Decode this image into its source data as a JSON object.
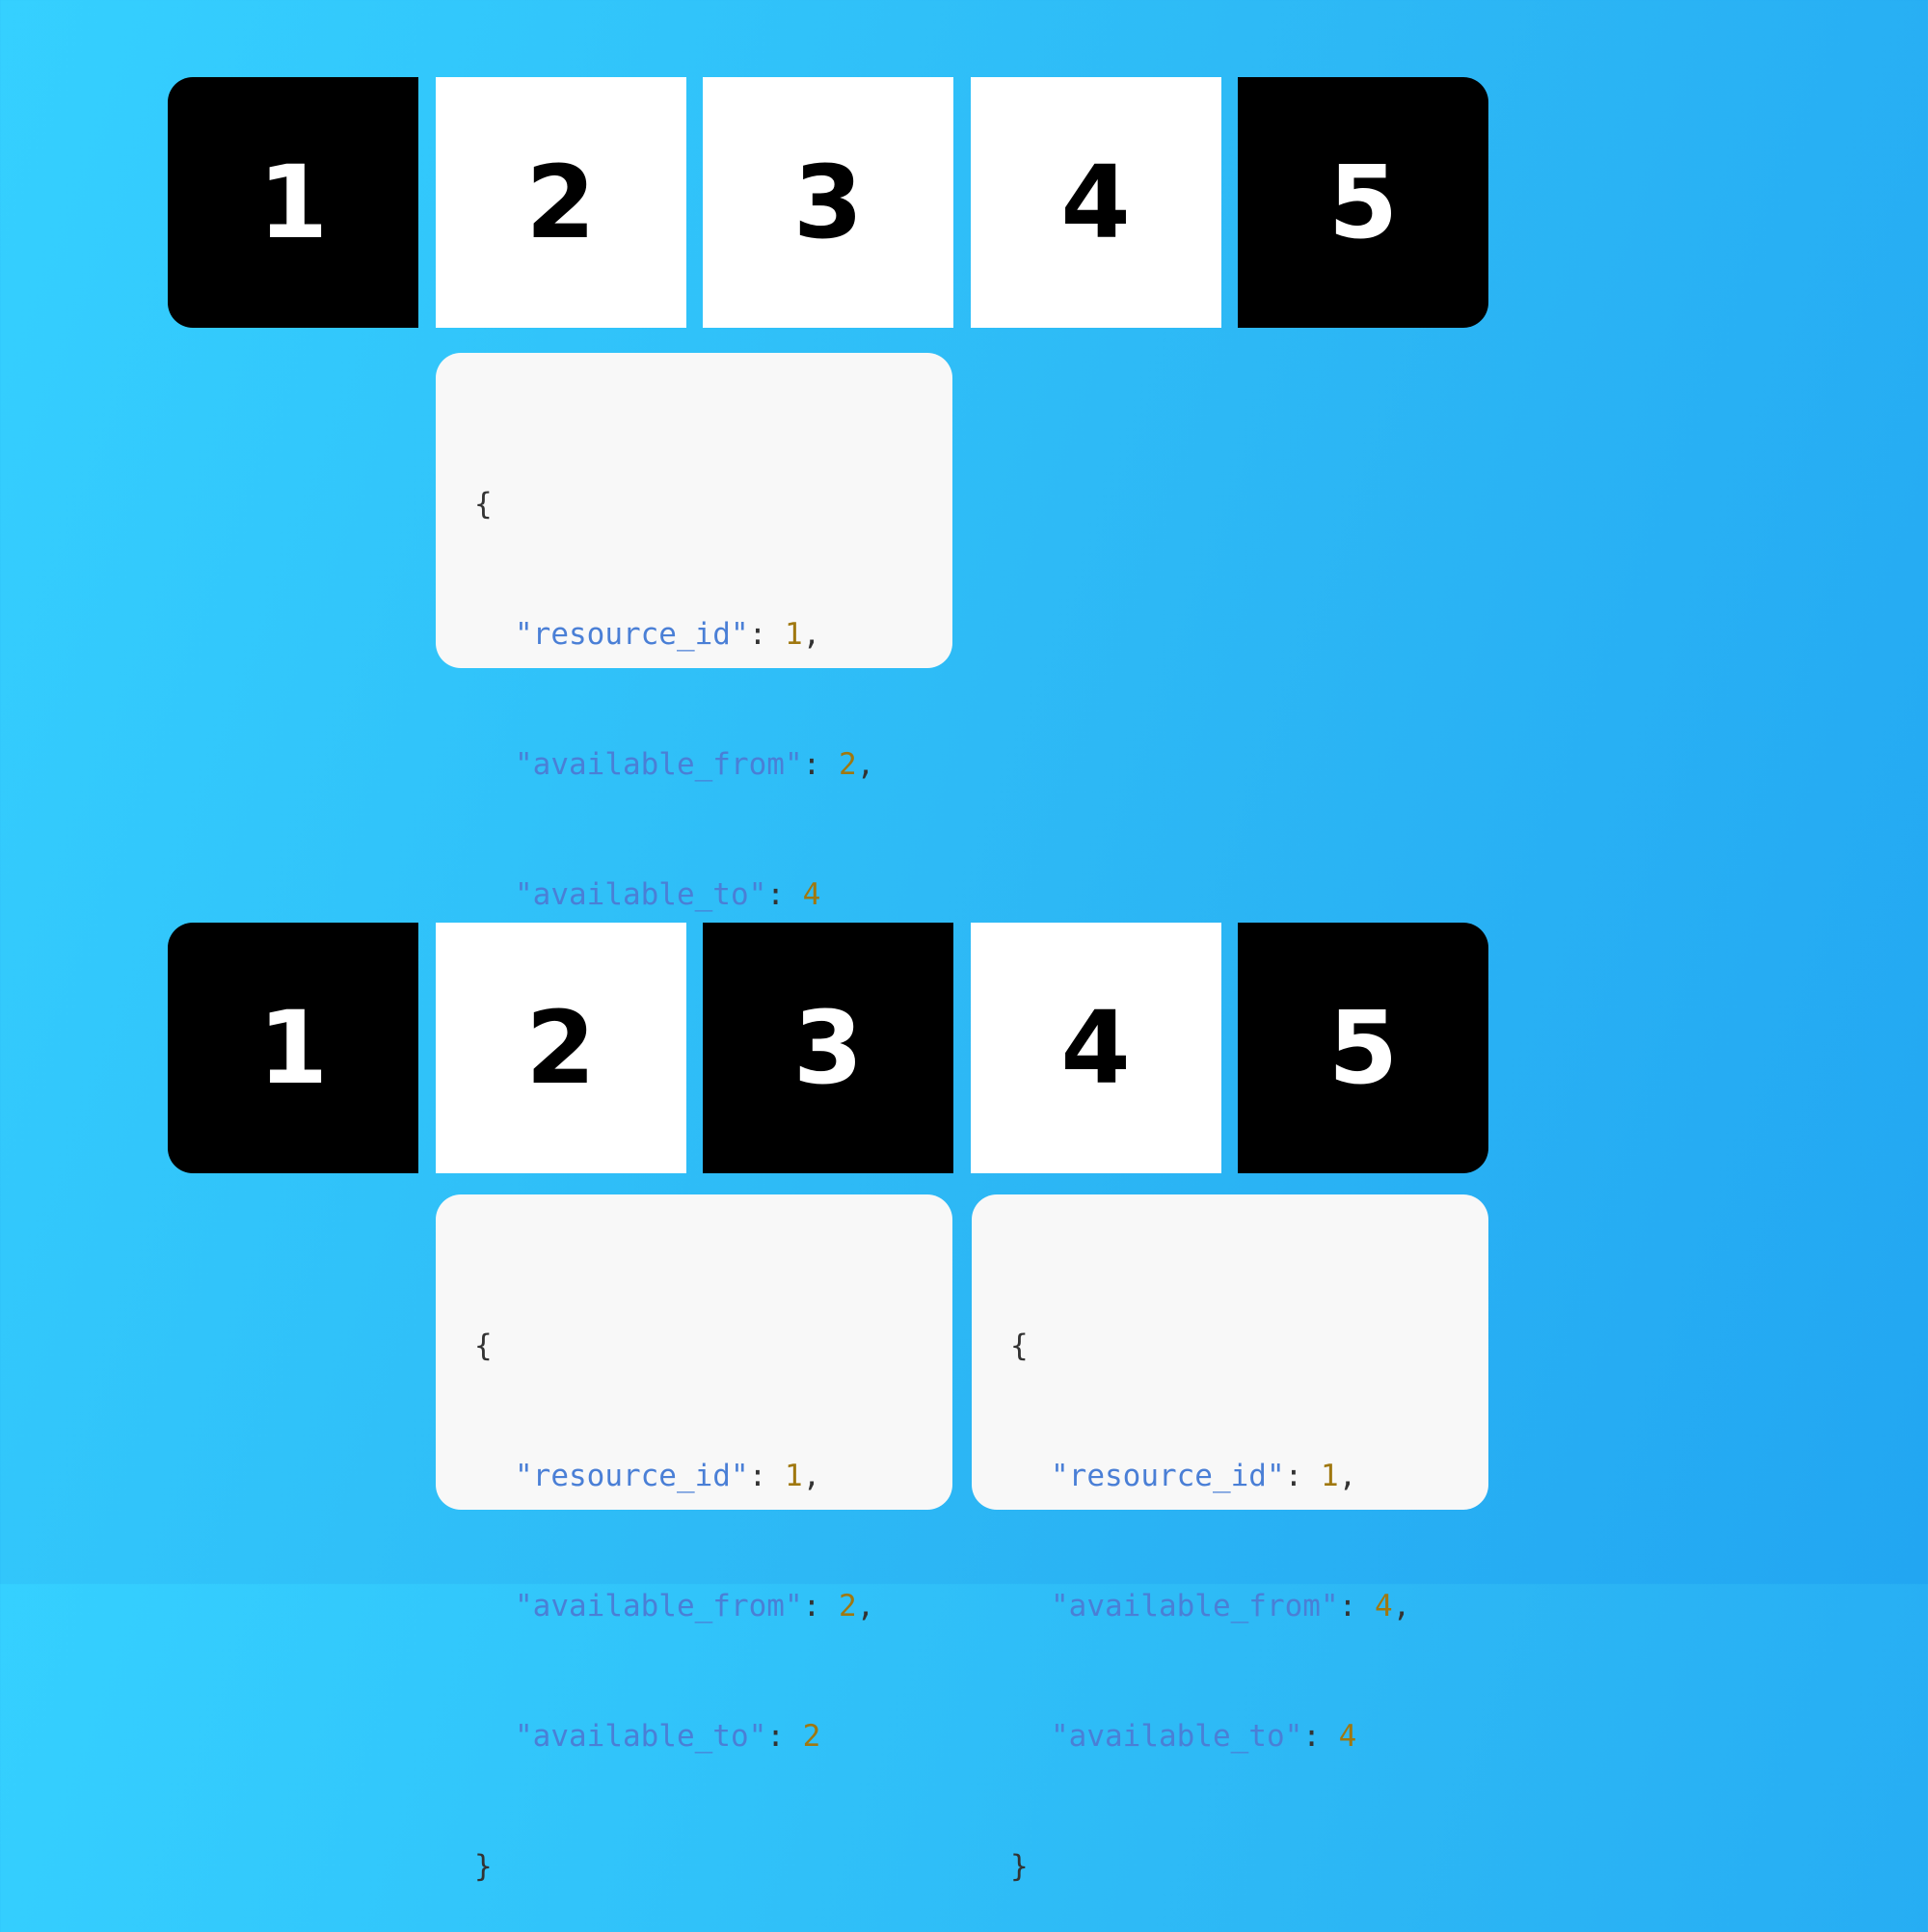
{
  "colors": {
    "free_slot": "#ffffff",
    "busy_slot": "#000000",
    "json_key": "#4a7fd6",
    "json_number": "#a07810"
  },
  "top": {
    "slots": [
      {
        "label": "1",
        "state": "busy"
      },
      {
        "label": "2",
        "state": "free"
      },
      {
        "label": "3",
        "state": "free"
      },
      {
        "label": "4",
        "state": "free"
      },
      {
        "label": "5",
        "state": "busy"
      }
    ],
    "records": [
      {
        "resource_id": "1",
        "available_from": "2",
        "available_to": "4"
      }
    ]
  },
  "bottom": {
    "slots": [
      {
        "label": "1",
        "state": "busy"
      },
      {
        "label": "2",
        "state": "free"
      },
      {
        "label": "3",
        "state": "busy"
      },
      {
        "label": "4",
        "state": "free"
      },
      {
        "label": "5",
        "state": "busy"
      }
    ],
    "records": [
      {
        "resource_id": "1",
        "available_from": "2",
        "available_to": "2"
      },
      {
        "resource_id": "1",
        "available_from": "4",
        "available_to": "4"
      }
    ]
  },
  "json_text": {
    "open_brace": "{",
    "close_brace": "}",
    "key_resource_id": "\"resource_id\"",
    "key_available_from": "\"available_from\"",
    "key_available_to": "\"available_to\"",
    "colon": ": ",
    "comma": ","
  }
}
